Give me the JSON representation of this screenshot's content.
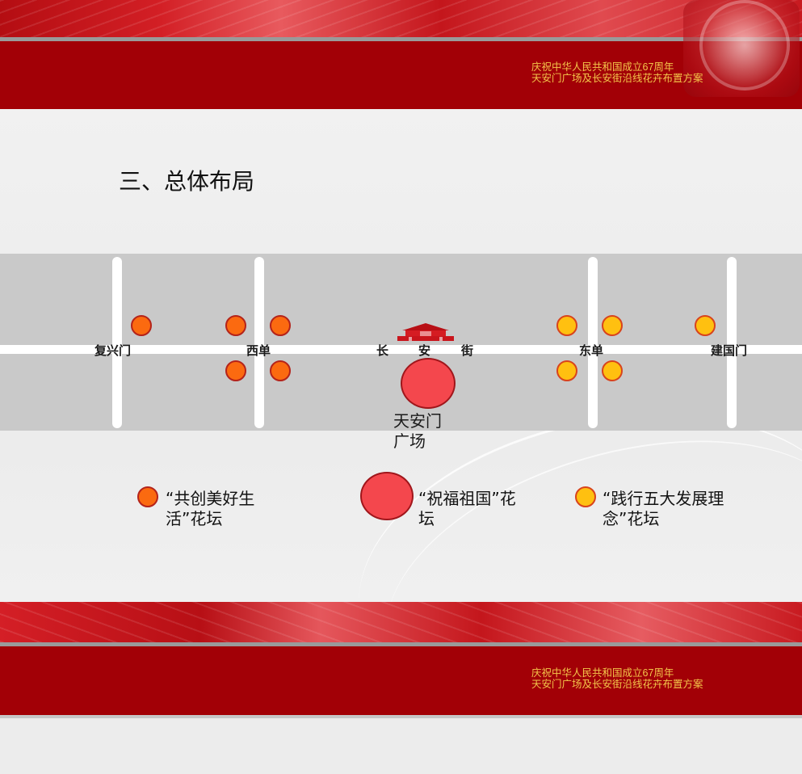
{
  "header": {
    "caption_line1": "庆祝中华人民共和国成立67周年",
    "caption_line2": "天安门广场及长安街沿线花卉布置方案"
  },
  "heading": "三、总体布局",
  "map": {
    "stations": {
      "fuxingmen": "复兴门",
      "xidan": "西单",
      "dongdan": "东单",
      "jianguomen": "建国门"
    },
    "street_chars": [
      "长",
      "安",
      "街"
    ],
    "square_label_line1": "天安门",
    "square_label_line2": "广场"
  },
  "legend": {
    "item1_line1": "“共创美好生",
    "item1_line2": "活”花坛",
    "item2_line1": "“祝福祖国”花",
    "item2_line2": "坛",
    "item3_line1": "“践行五大发展理",
    "item3_line2": "念”花坛"
  },
  "footer": {
    "caption_line1": "庆祝中华人民共和国成立67周年",
    "caption_line2": "天安门广场及长安街沿线花卉布置方案"
  },
  "colors": {
    "band_red": "#a20006",
    "caption_gold": "#f3c64a",
    "orange_bed": "#fb6a10",
    "yellow_bed": "#ffc010",
    "square_bed": "#f4474d"
  }
}
